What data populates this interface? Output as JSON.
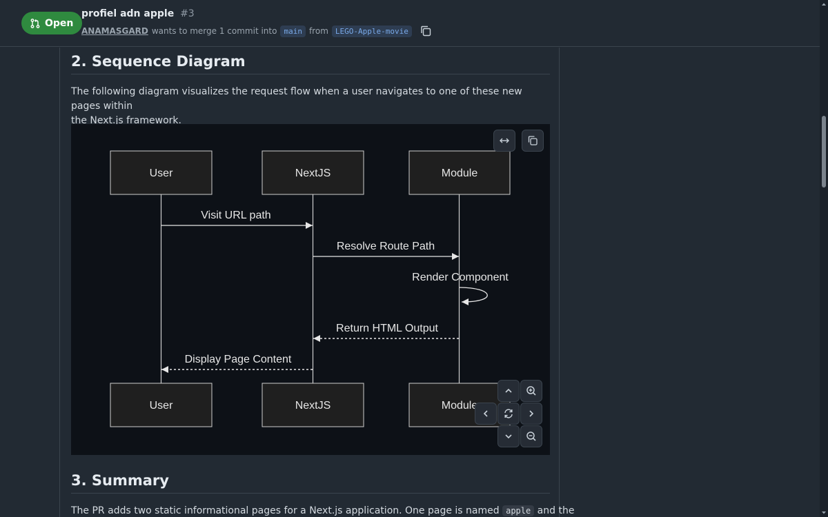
{
  "header": {
    "status": "Open",
    "title": "profiel adn apple",
    "number": "#3",
    "author": "ANAMASGARD",
    "merge_text": "wants to merge 1 commit into",
    "base_branch": "main",
    "from_text": "from",
    "head_branch": "LEGO-Apple-movie"
  },
  "sections": {
    "sequence": {
      "heading": "2. Sequence Diagram",
      "intro_line1": "The following diagram visualizes the request flow when a user navigates to one of these new pages within",
      "intro_line2": "the Next.js framework."
    },
    "summary": {
      "heading": "3. Summary",
      "text_before": "The PR adds two static informational pages for a Next.js application. One page is named",
      "code": "apple",
      "text_after": "and the"
    }
  },
  "diagram": {
    "participants": [
      "User",
      "NextJS",
      "Module"
    ],
    "messages": [
      {
        "label": "Visit URL path",
        "from": "User",
        "to": "NextJS",
        "style": "solid"
      },
      {
        "label": "Resolve Route Path",
        "from": "NextJS",
        "to": "Module",
        "style": "solid"
      },
      {
        "label": "Render Component",
        "from": "Module",
        "to": "Module",
        "style": "solid"
      },
      {
        "label": "Return HTML Output",
        "from": "Module",
        "to": "NextJS",
        "style": "dashed"
      },
      {
        "label": "Display Page Content",
        "from": "NextJS",
        "to": "User",
        "style": "dashed"
      }
    ]
  },
  "controls": {
    "expand": "expand-icon",
    "copy": "copy-icon",
    "pan_up": "chevron-up-icon",
    "pan_down": "chevron-down-icon",
    "pan_left": "chevron-left-icon",
    "pan_right": "chevron-right-icon",
    "reset": "reset-icon",
    "zoom_in": "zoom-in-icon",
    "zoom_out": "zoom-out-icon"
  },
  "colors": {
    "open_badge": "#2f8a3f",
    "branch_text": "#79a9e8",
    "diagram_bg": "#0d1117",
    "actor_fill": "#1f1f1f"
  }
}
